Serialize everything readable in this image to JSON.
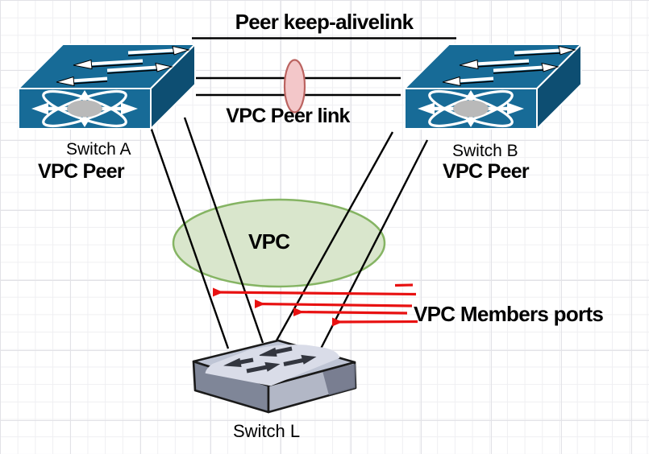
{
  "diagram": {
    "title": "Peer keep-alivelink",
    "peer_link_label": "VPC Peer link",
    "vpc_label": "VPC",
    "members_ports_label": "VPC Members ports",
    "switch_a": {
      "name": "Switch A",
      "role": "VPC Peer"
    },
    "switch_b": {
      "name": "Switch B",
      "role": "VPC Peer"
    },
    "switch_l": {
      "name": "Switch L"
    },
    "icons": {
      "switch_a": "nexus-switch-icon",
      "switch_b": "nexus-switch-icon",
      "switch_l": "access-switch-icon",
      "peer_link_oval": "port-channel-oval-icon",
      "vpc_oval": "vpc-group-oval-icon",
      "member_arrows": "red-member-port-arrow-icon"
    },
    "colors": {
      "switch_body": "#176b97",
      "switch_side": "#0d4e72",
      "switch_l_top": "#bfc5d5",
      "switch_l_left": "#7f8698",
      "switch_l_right": "#b2b7c6",
      "peer_oval_fill": "#f3c7c9",
      "peer_oval_stroke": "#bb6360",
      "vpc_oval_fill": "#d9e6cc",
      "vpc_oval_stroke": "#85b463",
      "member_arrow_red": "#e81111",
      "link_line": "#000000"
    }
  }
}
